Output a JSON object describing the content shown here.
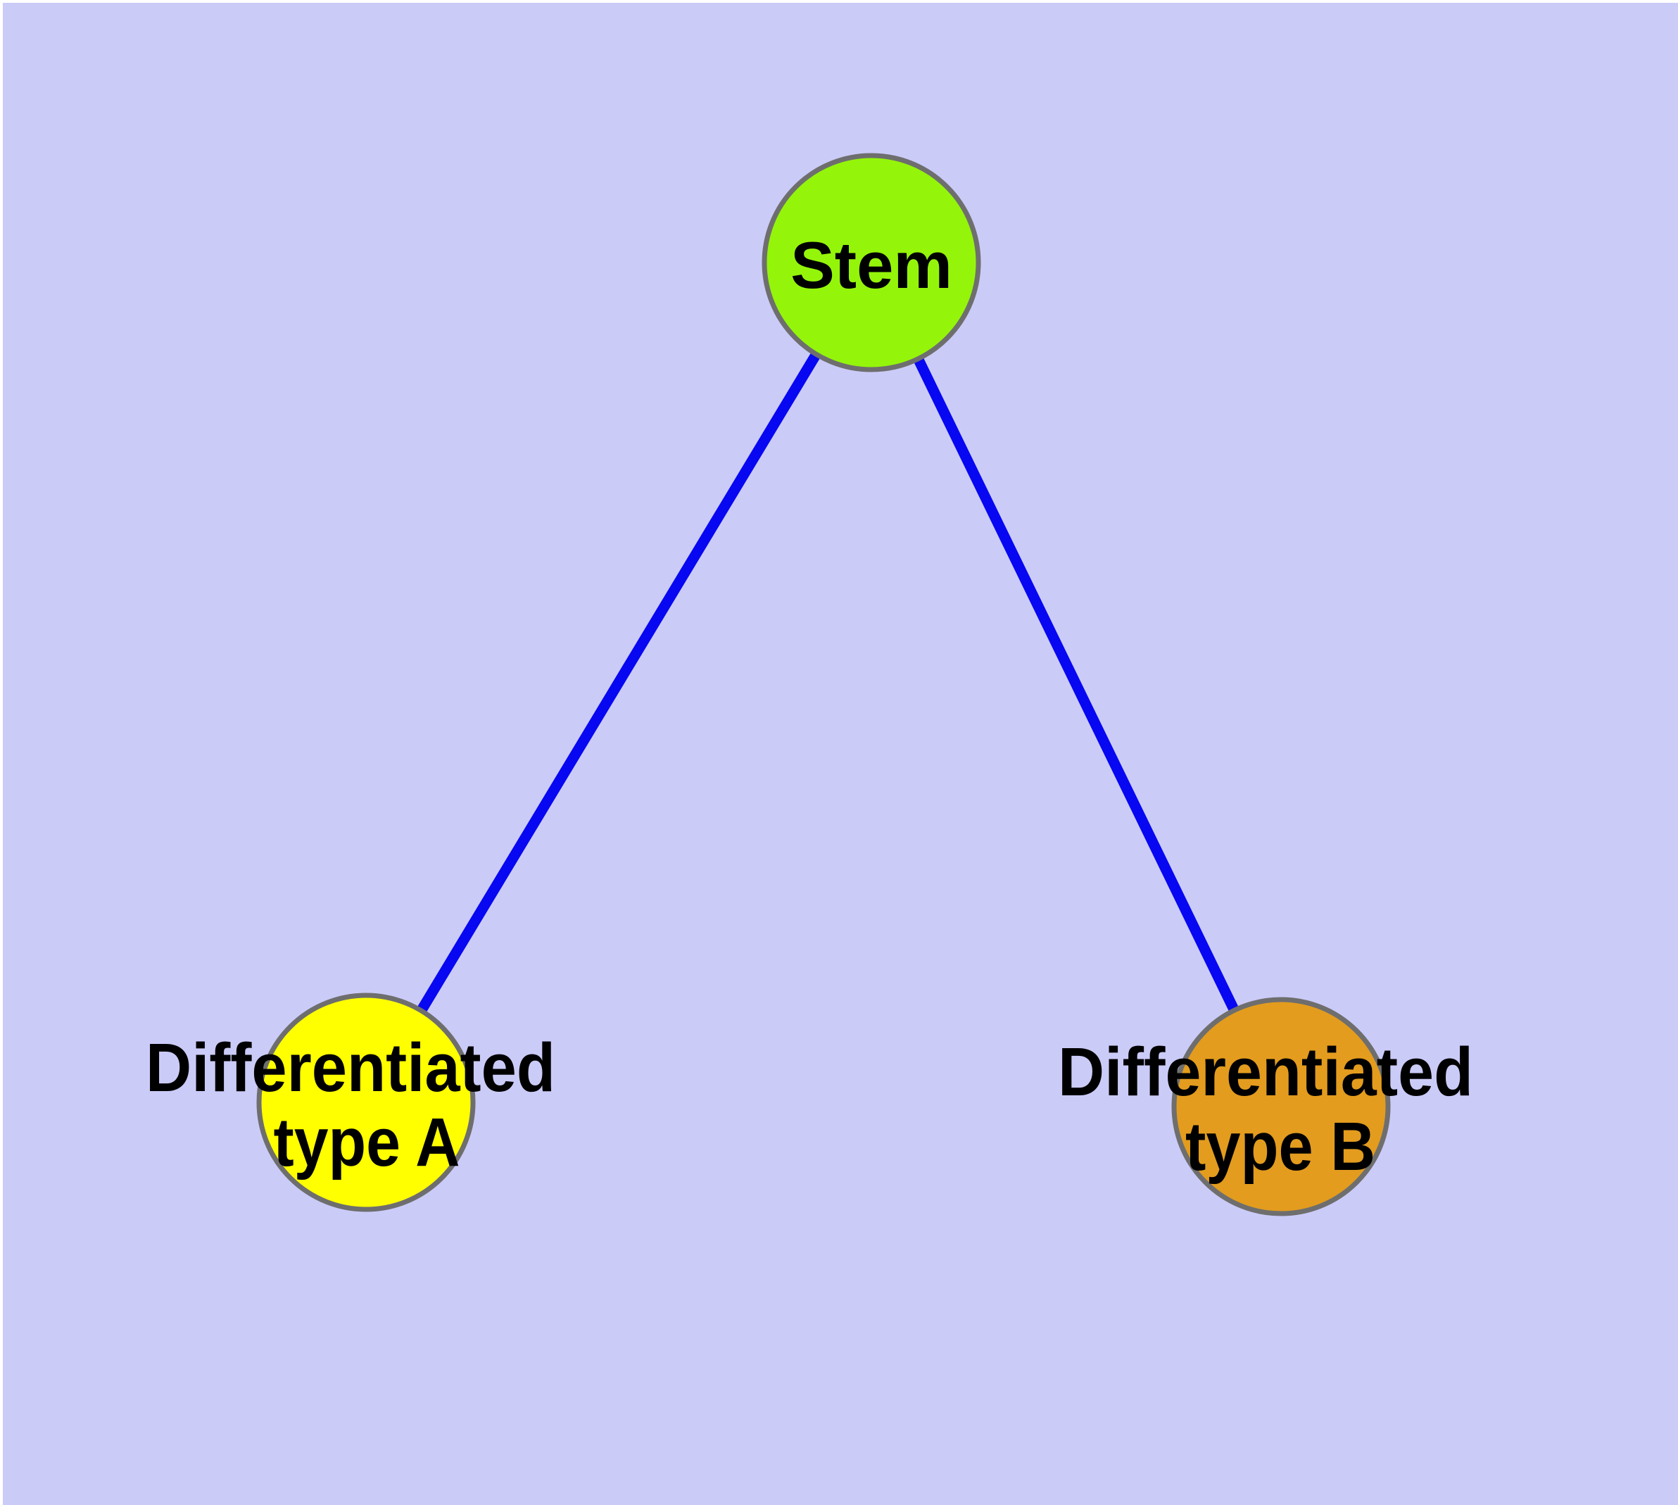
{
  "canvas": {
    "background": "#CBCBF8",
    "frame_color": "#FFFFFF"
  },
  "nodes": {
    "stem": {
      "label": "Stem",
      "fill": "#94F50A",
      "border": "#6E6E6E",
      "text_color": "#000000"
    },
    "type_a": {
      "label_line1": "Differentiated",
      "label_line2": "type A",
      "fill": "#FFFF00",
      "border": "#6E6E6E",
      "text_color": "#000000"
    },
    "type_b": {
      "label_line1": "Differentiated",
      "label_line2": "type B",
      "fill": "#E39C1E",
      "border": "#6E6E6E",
      "text_color": "#000000"
    }
  },
  "edges": {
    "color": "#0707F2",
    "list": [
      {
        "from": "Stem",
        "to": "Differentiated type A"
      },
      {
        "from": "Stem",
        "to": "Differentiated type B"
      }
    ]
  }
}
